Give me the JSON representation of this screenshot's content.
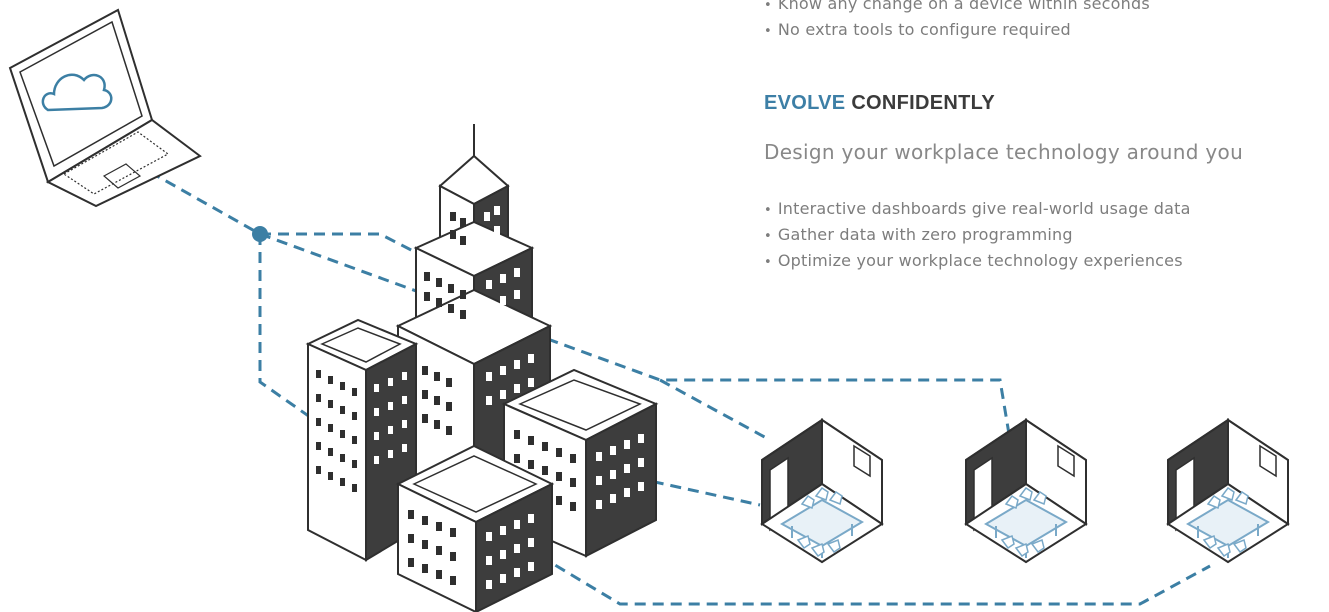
{
  "top_bullets": [
    "Know any change on a device within seconds",
    "No extra tools to configure required"
  ],
  "section": {
    "heading_accent": "EVOLVE",
    "heading_rest": "CONFIDENTLY",
    "subheading": "Design your workplace technology around you",
    "bullets": [
      "Interactive dashboards give real-world usage data",
      "Gather data with zero programming",
      "Optimize your workplace technology experiences"
    ]
  },
  "colors": {
    "accent": "#3d7fa6",
    "connector": "#3c7fa4",
    "building_dark": "#3d3d3d",
    "outline": "#2f2f2f",
    "furniture": "#7aa9c8"
  },
  "illustration": {
    "icons": [
      "laptop-icon",
      "cloud-icon",
      "skyscraper-icon",
      "office-building-icon",
      "meeting-room-icon"
    ]
  }
}
